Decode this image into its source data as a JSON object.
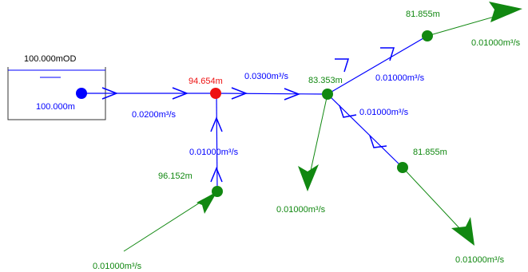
{
  "colors": {
    "pipe": "#0000ff",
    "demand": "#118811",
    "junction_highlight": "#ee1111",
    "reservoir_outline": "#333333",
    "reservoir_label": "#000000"
  },
  "reservoir": {
    "title": "100.000mOD",
    "head": "100.000m"
  },
  "junctions": {
    "main": "94.654m",
    "tee": "83.353m",
    "upper": "81.855m",
    "lower": "81.855m",
    "left": "96.152m"
  },
  "pipe_flows": {
    "reservoir_main": "0.0200m³/s",
    "left_main": "0.01000m³/s",
    "main_tee": "0.0300m³/s",
    "tee_upper": "0.01000m³/s",
    "tee_lower": "0.01000m³/s"
  },
  "demands": {
    "left": "0.01000m³/s",
    "tee": "0.01000m³/s",
    "upper": "0.01000m³/s",
    "lower": "0.01000m³/s"
  }
}
